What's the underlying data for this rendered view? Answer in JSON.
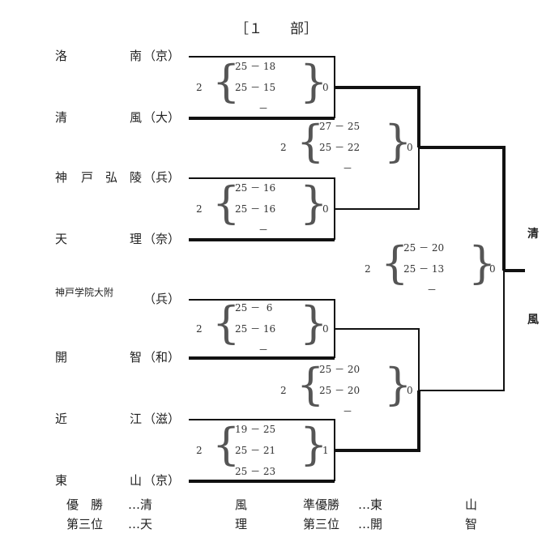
{
  "title": "［１　　部］",
  "teams": [
    {
      "name_chars": [
        "洛",
        "南"
      ],
      "pref": "（京）"
    },
    {
      "name_chars": [
        "清",
        "風"
      ],
      "pref": "（大）"
    },
    {
      "name_chars": [
        "神",
        "戸",
        "弘",
        "陵"
      ],
      "pref": "（兵）"
    },
    {
      "name_chars": [
        "天",
        "理"
      ],
      "pref": "（奈）"
    },
    {
      "name_chars": [
        "神戸学院大附"
      ],
      "pref": "（兵）"
    },
    {
      "name_chars": [
        "開",
        "智"
      ],
      "pref": "（和）"
    },
    {
      "name_chars": [
        "近",
        "江"
      ],
      "pref": "（滋）"
    },
    {
      "name_chars": [
        "東",
        "山"
      ],
      "pref": "（京）"
    }
  ],
  "matches": [
    {
      "left_sets": "2",
      "right_sets": "0",
      "sets": [
        "25 － 18",
        "25 － 15",
        "－"
      ]
    },
    {
      "left_sets": "2",
      "right_sets": "0",
      "sets": [
        "25 － 16",
        "25 － 16",
        "－"
      ]
    },
    {
      "left_sets": "2",
      "right_sets": "0",
      "sets": [
        "25 －  6",
        "25 － 16",
        "－"
      ]
    },
    {
      "left_sets": "2",
      "right_sets": "1",
      "sets": [
        "19 － 25",
        "25 － 21",
        "25 － 23"
      ]
    },
    {
      "left_sets": "2",
      "right_sets": "0",
      "sets": [
        "27 － 25",
        "25 － 22",
        "－"
      ]
    },
    {
      "left_sets": "2",
      "right_sets": "0",
      "sets": [
        "25 － 20",
        "25 － 20",
        "－"
      ]
    },
    {
      "left_sets": "2",
      "right_sets": "0",
      "sets": [
        "25 － 20",
        "25 － 13",
        "－"
      ]
    }
  ],
  "champion_chars": [
    "清",
    "風"
  ],
  "results": {
    "winner_label": "優　勝",
    "winner_chars": [
      "…清",
      "風"
    ],
    "third_label_1": "第三位",
    "third_1_chars": [
      "…天",
      "理"
    ],
    "runner_up_label": "準優勝",
    "runner_up_chars": [
      "…東",
      "山"
    ],
    "third_label_2": "第三位",
    "third_2_chars": [
      "…開",
      "智"
    ]
  }
}
